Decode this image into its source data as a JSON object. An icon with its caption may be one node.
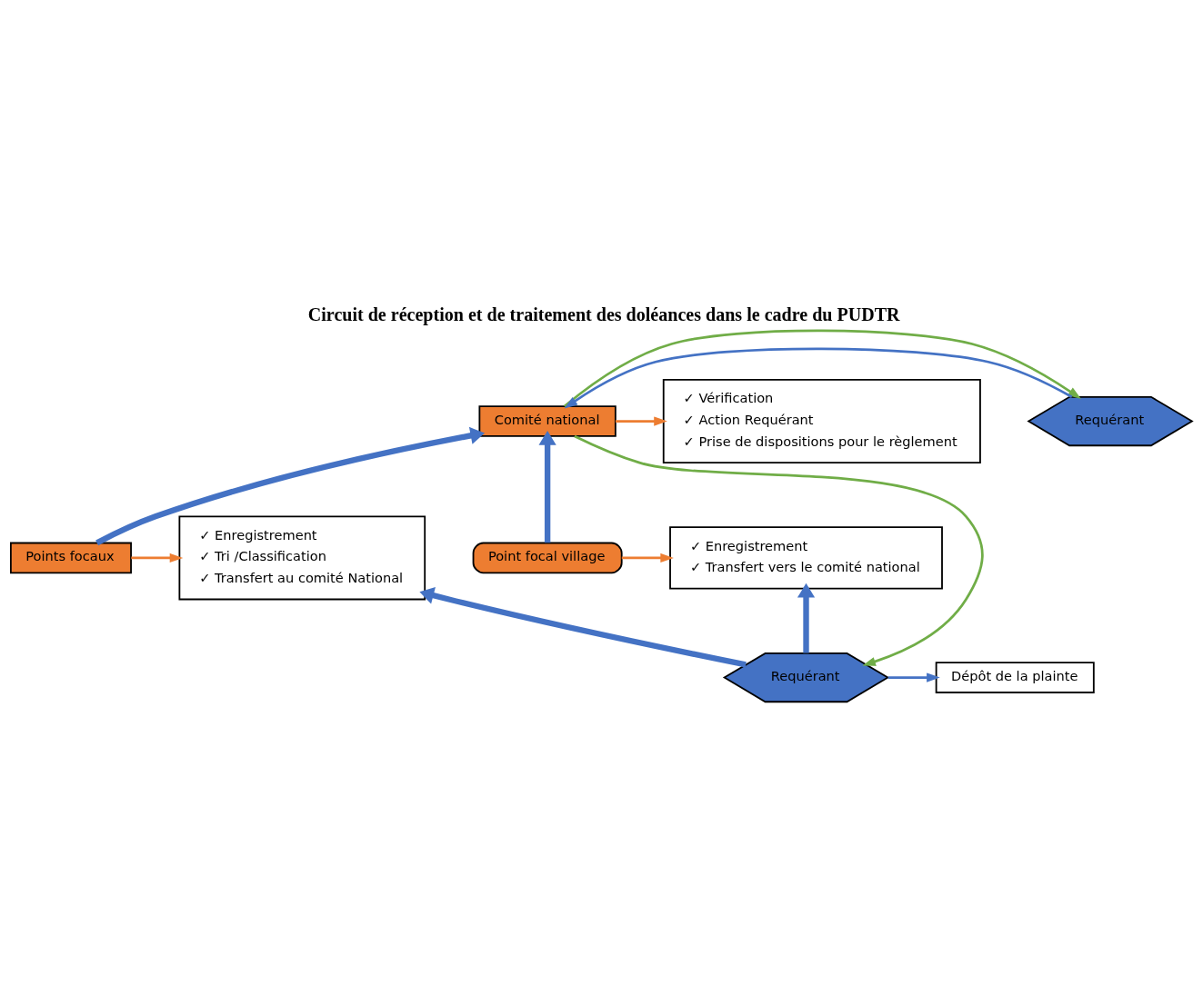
{
  "diagram": {
    "title": "Circuit de réception et de traitement des doléances dans le cadre du PUDTR",
    "nodes": [
      {
        "text": [
          "Comité national"
        ]
      },
      {
        "text": [
          "Requérant"
        ]
      },
      {
        "text": [
          "✓ Vérification",
          "✓ Action Requérant",
          "✓ Prise de dispositions pour le règlement"
        ]
      },
      {
        "text": [
          "Points focaux"
        ]
      },
      {
        "text": [
          "✓ Enregistrement",
          "✓ Tri /Classification",
          "✓ Transfert au comité National"
        ]
      },
      {
        "text": [
          "Point focal village"
        ]
      },
      {
        "text": [
          "✓ Enregistrement",
          "✓ Transfert vers le comité national"
        ]
      },
      {
        "text": [
          "Requérant"
        ]
      },
      {
        "text": [
          "Dépôt de la plainte"
        ]
      }
    ],
    "edges": [
      {
        "from": 0,
        "to": 2,
        "arrow": "to",
        "color": "#ed7d31"
      },
      {
        "from": 1,
        "to": 0,
        "arrow": "to"
      },
      {
        "from": 0,
        "to": 1,
        "arrow": "to",
        "color": "#70ad47"
      },
      {
        "from": 3,
        "to": 0,
        "arrow": "to",
        "style": "thick"
      },
      {
        "from": 5,
        "to": 0,
        "arrow": "to",
        "style": "thick"
      },
      {
        "from": 0,
        "to": 7,
        "arrow": "to",
        "color": "#70ad47"
      },
      {
        "from": 3,
        "to": 4,
        "arrow": "to",
        "color": "#ed7d31"
      },
      {
        "from": 5,
        "to": 6,
        "arrow": "to",
        "color": "#ed7d31"
      },
      {
        "from": 7,
        "to": 4,
        "arrow": "to",
        "style": "thick"
      },
      {
        "from": 7,
        "to": 6,
        "arrow": "to",
        "style": "thick"
      },
      {
        "from": 7,
        "to": 8,
        "arrow": "to"
      }
    ]
  }
}
